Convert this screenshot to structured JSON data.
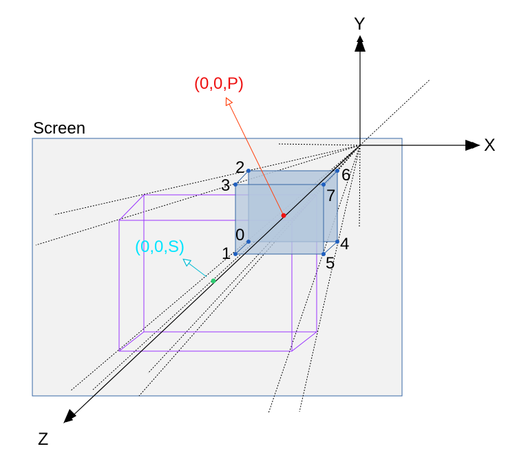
{
  "labels": {
    "screen": "Screen",
    "axis_x": "X",
    "axis_y": "Y",
    "axis_z": "Z",
    "point_p": "(0,0,P)",
    "point_s": "(0,0,S)",
    "v0": "0",
    "v1": "1",
    "v2": "2",
    "v3": "3",
    "v4": "4",
    "v5": "5",
    "v6": "6",
    "v7": "7"
  },
  "colors": {
    "screen_fill": "#f2f2f2",
    "screen_stroke": "#3465a4",
    "cube_fill": "#b4c7dc",
    "cube_stroke": "#3465a4",
    "vertex": "#1f5fbf",
    "projection": "#9933ff",
    "point_p": "#ee1111",
    "arrow_p": "#ff4411",
    "point_s": "#2ecc71",
    "label_s": "#00e5ff",
    "axis": "#000000"
  }
}
